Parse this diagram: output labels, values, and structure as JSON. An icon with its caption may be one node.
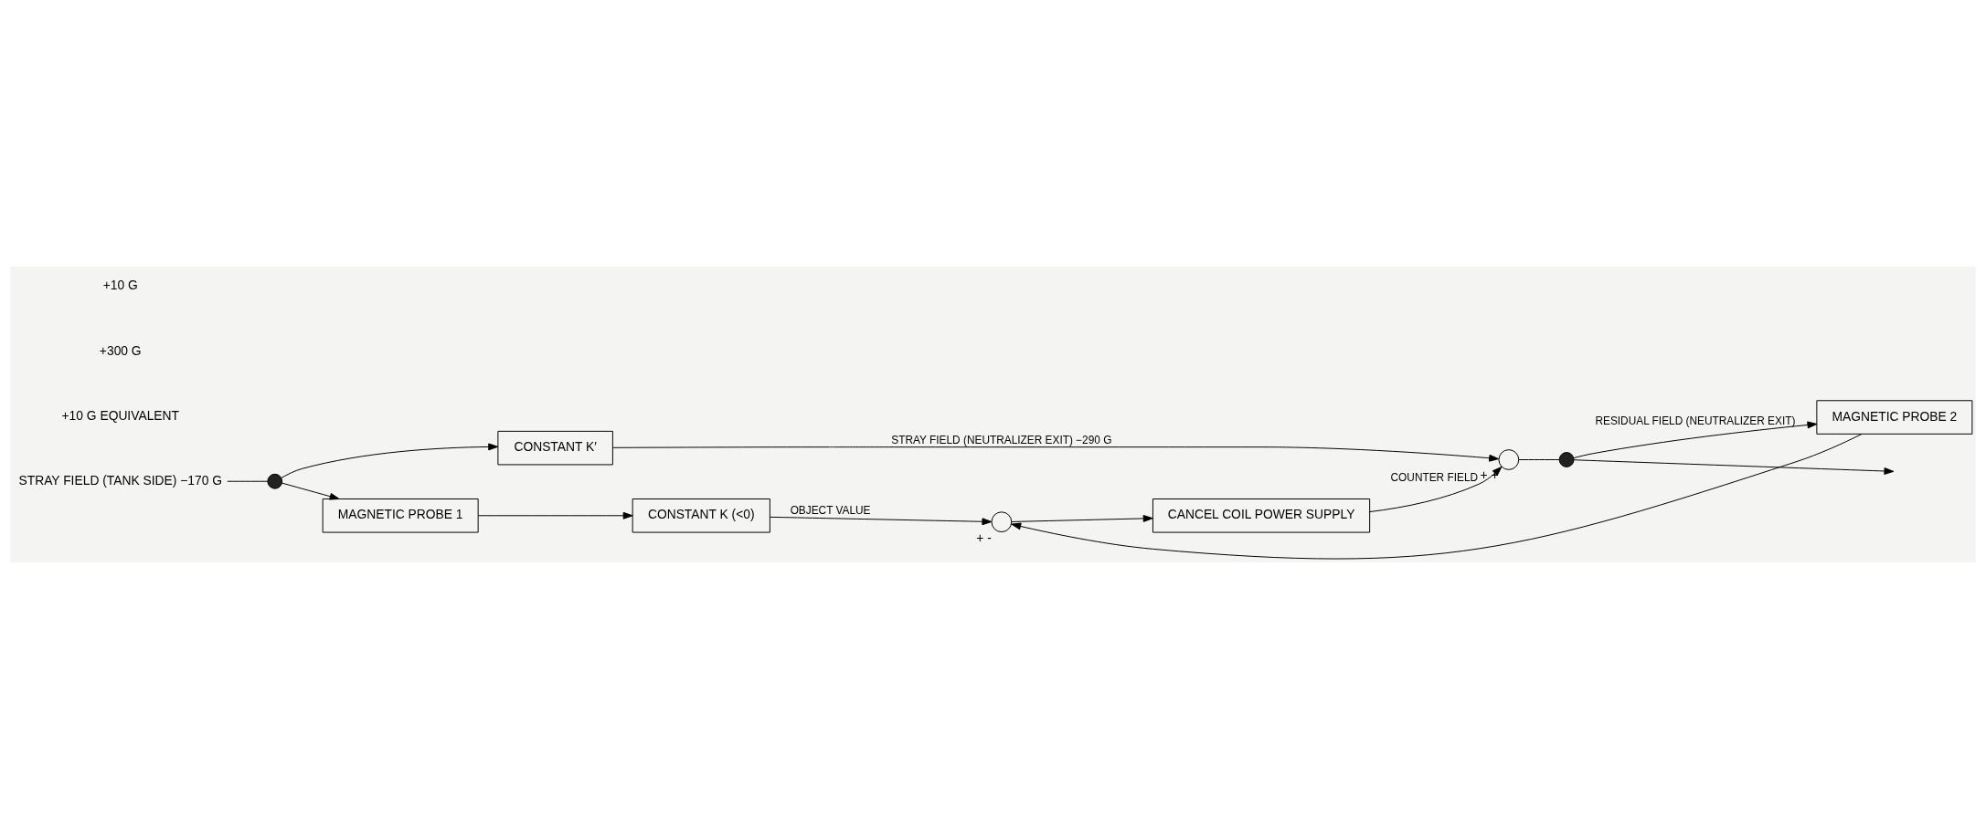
{
  "diagram": {
    "nodes": [
      {
        "text": [
          "STRAY FIELD (TANK SIDE) −170 G"
        ]
      },
      {
        "text": [],
        "shape": "dot"
      },
      {
        "text": [
          "CONSTANT K′"
        ]
      },
      {
        "text": [
          "MAGNETIC PROBE 1"
        ]
      },
      {
        "text": [
          "CONSTANT K (<0)"
        ]
      },
      {
        "text": [],
        "shape": "circle",
        "beside": [
          "+",
          "-"
        ]
      },
      {
        "text": [
          "CANCEL COIL POWER SUPPLY"
        ]
      },
      {
        "text": [],
        "shape": "circle",
        "beside": [
          "+",
          "+"
        ]
      },
      {
        "text": [],
        "shape": "dot"
      },
      {
        "text": [
          "MAGNETIC PROBE 2"
        ]
      }
    ],
    "edges": [
      {
        "from": 0,
        "to": 1,
        "arrow": "none"
      },
      {
        "from": 1,
        "to": 2,
        "arrow": "to"
      },
      {
        "from": 1,
        "to": 3,
        "arrow": "to"
      },
      {
        "from": 3,
        "to": 4,
        "arrow": "to"
      },
      {
        "from": 4,
        "to": 5,
        "arrow": "to",
        "label": "OBJECT VALUE"
      },
      {
        "from": 2,
        "to": 7,
        "arrow": "to",
        "label": "STRAY FIELD (NEUTRALIZER EXIT) −290 G"
      },
      {
        "from": 5,
        "to": 6,
        "arrow": "to"
      },
      {
        "from": 6,
        "to": 7,
        "arrow": "to",
        "label": "COUNTER FIELD"
      },
      {
        "from": 7,
        "to": 8,
        "arrow": "none"
      },
      {
        "from": 8,
        "to": null,
        "arrow": "to"
      },
      {
        "from": 8,
        "to": 9,
        "arrow": "to",
        "label": "RESIDUAL FIELD (NEUTRALIZER EXIT)"
      },
      {
        "from": 9,
        "to": 5,
        "arrow": "to"
      }
    ],
    "labels": [
      "+10 G EQUIVALENT",
      "+300 G",
      "+10 G"
    ]
  }
}
